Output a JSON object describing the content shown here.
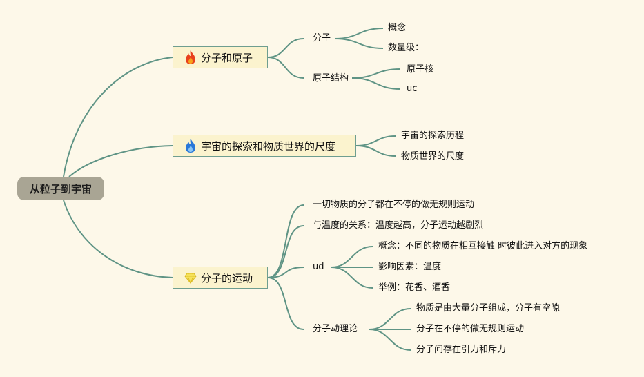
{
  "root": {
    "label": "从粒子到宇宙"
  },
  "branches": [
    {
      "label": "分子和原子",
      "icon": "fire-icon",
      "children": [
        {
          "label": "分子",
          "children": [
            "概念",
            "数量级："
          ]
        },
        {
          "label": "原子结构",
          "children": [
            "原子核",
            "uc"
          ]
        }
      ]
    },
    {
      "label": "宇宙的探索和物质世界的尺度",
      "icon": "blue-flame-icon",
      "children": [
        {
          "label": "宇宙的探索历程"
        },
        {
          "label": "物质世界的尺度"
        }
      ]
    },
    {
      "label": "分子的运动",
      "icon": "diamond-icon",
      "children": [
        {
          "label": "一切物质的分子都在不停的做无规则运动"
        },
        {
          "label": "与温度的关系：温度越高，分子运动越剧烈"
        },
        {
          "label": "ud",
          "children": [
            "概念：不同的物质在相互接触 时彼此进入对方的现象",
            "影响因素：温度",
            "举例：花香、酒香"
          ]
        },
        {
          "label": "分子动理论",
          "children": [
            "物质是由大量分子组成，分子有空隙",
            "分子在不停的做无规则运动",
            "分子间存在引力和斥力"
          ]
        }
      ]
    }
  ],
  "colors": {
    "line": "#5f9485",
    "background": "#fdf8e9",
    "root_fill": "#a9a594",
    "main_fill": "#fbf3ce"
  }
}
